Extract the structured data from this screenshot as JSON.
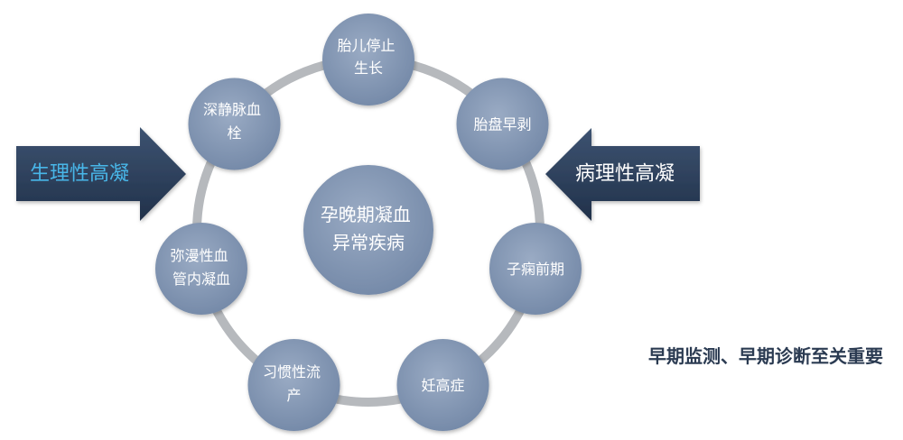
{
  "center": {
    "lines": [
      "孕晚期凝血",
      "异常疾病"
    ]
  },
  "nodes": [
    {
      "lines": [
        "胎儿停止",
        "生长"
      ]
    },
    {
      "lines": [
        "胎盘早剥"
      ]
    },
    {
      "lines": [
        "子痫前期"
      ]
    },
    {
      "lines": [
        "妊高症"
      ]
    },
    {
      "lines": [
        "习惯性流",
        "产"
      ]
    },
    {
      "lines": [
        "弥漫性血",
        "管内凝血"
      ]
    },
    {
      "lines": [
        "深静脉血",
        "栓"
      ]
    }
  ],
  "left_arrow": {
    "label": "生理性高凝"
  },
  "right_arrow": {
    "label": "病理性高凝"
  },
  "note": "早期监测、早期诊断至关重要",
  "colors": {
    "node_fill_light": "#9aabc4",
    "node_fill_dark": "#7388a7",
    "ring": "#b6b9bd",
    "arrow_light": "#3d5371",
    "arrow_dark": "#21314a",
    "left_label": "#48b6e8",
    "right_label": "#ffffff",
    "node_text": "#ffffff",
    "note": "#2b3b52"
  }
}
